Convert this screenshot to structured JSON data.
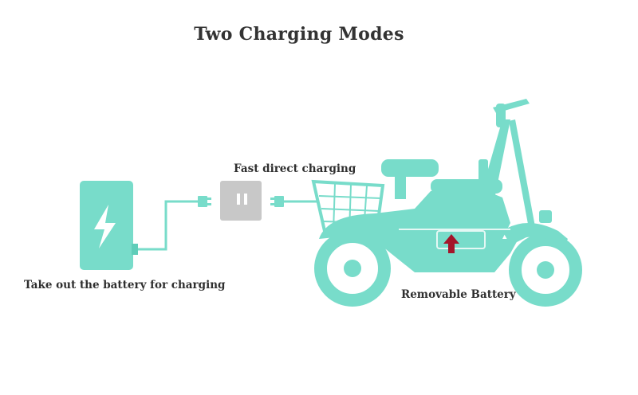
{
  "title": "Two Charging Modes",
  "labels": {
    "fast_direct": "Fast direct charging",
    "take_out": "Take out the battery for charging",
    "removable": "Removable Battery"
  },
  "colors": {
    "teal": "#78dcca",
    "teal_dark": "#5fcdb9",
    "outlet_gray": "#c8c8c8",
    "arrow_red": "#a4152a",
    "text": "#333333"
  },
  "icons": [
    "lightning-bolt-icon",
    "power-outlet-icon",
    "plug-icon",
    "up-arrow-icon"
  ]
}
